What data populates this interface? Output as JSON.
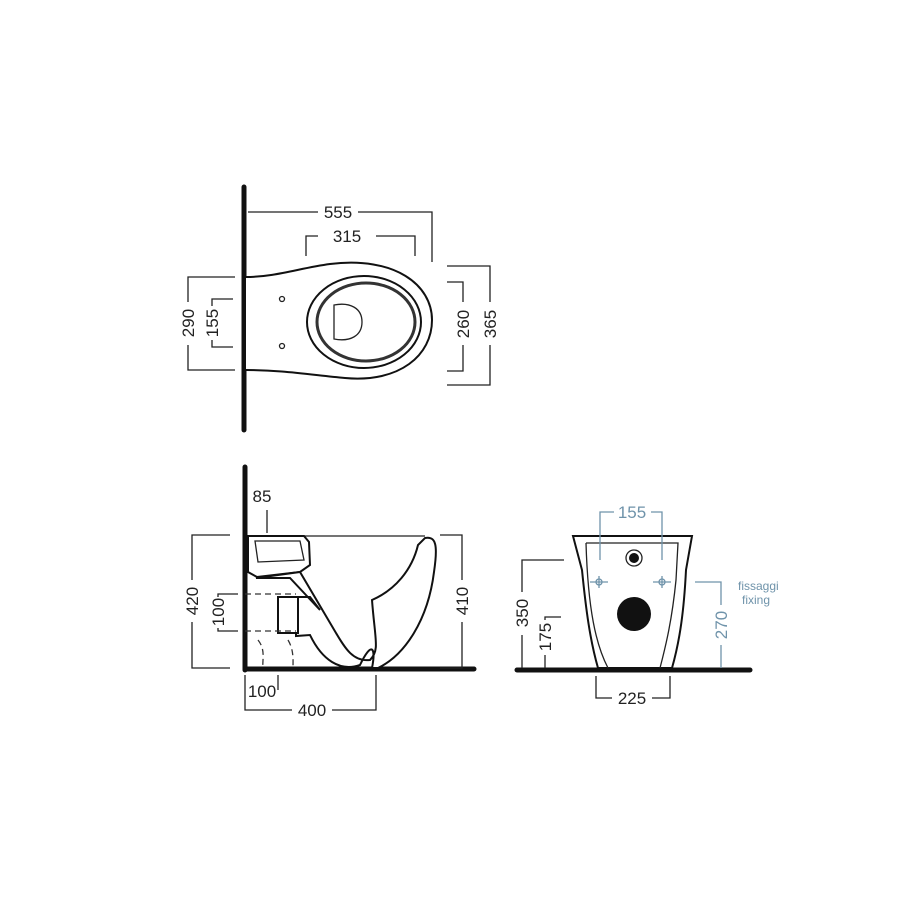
{
  "top_view": {
    "overall_length": "555",
    "seat_length": "315",
    "width_at_wall": "290",
    "fixing_spacing": "155",
    "seat_width": "260",
    "overall_width": "365"
  },
  "side_view": {
    "inlet_offset": "85",
    "overall_height": "420",
    "outlet_height": "100",
    "rim_height": "410",
    "outlet_from_wall": "100",
    "base_depth": "400"
  },
  "front_view": {
    "inlet_spacing": "155",
    "height": "350",
    "outlet_centre_height": "175",
    "fixing_height": "270",
    "base_width": "225",
    "fixing_label_it": "fissaggi",
    "fixing_label_en": "fixing"
  },
  "colors": {
    "lines": "#222222",
    "fixing_accent": "#6f93aa"
  }
}
